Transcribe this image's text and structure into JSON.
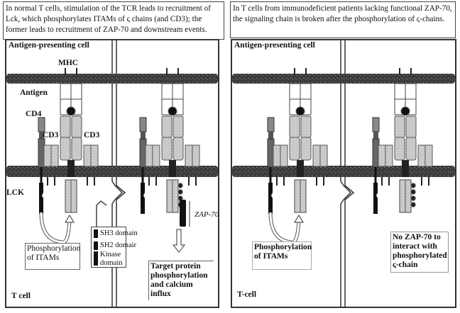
{
  "left_panel": {
    "caption": "In normal T cells, stimulation of the TCR leads to recruitment of Lck, which phosphorylates ITAMs of ς chains (and CD3); the former leads to recruitment of ZAP-70 and downstream events.",
    "apc_label": "Antigen-presenting cell",
    "mhc_label": "MHC",
    "antigen_label": "Antigen",
    "cd4_label": "CD4",
    "cd3_left_label": "CD3",
    "cd3_right_label": "CD3",
    "lck_label": "LCK",
    "phosphorylation_label": "Phosphorylation of ITAMs",
    "legend": {
      "sh3": "SH3 domain",
      "sh2": "SH2 domair",
      "kinase": "Kinase domain"
    },
    "zap70_label": "ZAP-70",
    "outcome_label": "Target protein phosphorylation and calcium influx",
    "tcell_label": "T cell"
  },
  "right_panel": {
    "caption": "In T cells from immunodeficient patients lacking functional ZAP-70, the signaling chain is broken after the phosphorylation of ς-chains.",
    "apc_label": "Antigen-presenting cell",
    "phosphorylation_label": "Phosphorylation of ITAMs",
    "outcome_label": "No ZAP-70 to interact with phosphorylated ς-chain",
    "tcell_label": "T-cell"
  },
  "colors": {
    "membrane": "#3a3a3a",
    "receptor_fill": "#c8c8c8",
    "kinase": "#111111",
    "border": "#333333"
  }
}
